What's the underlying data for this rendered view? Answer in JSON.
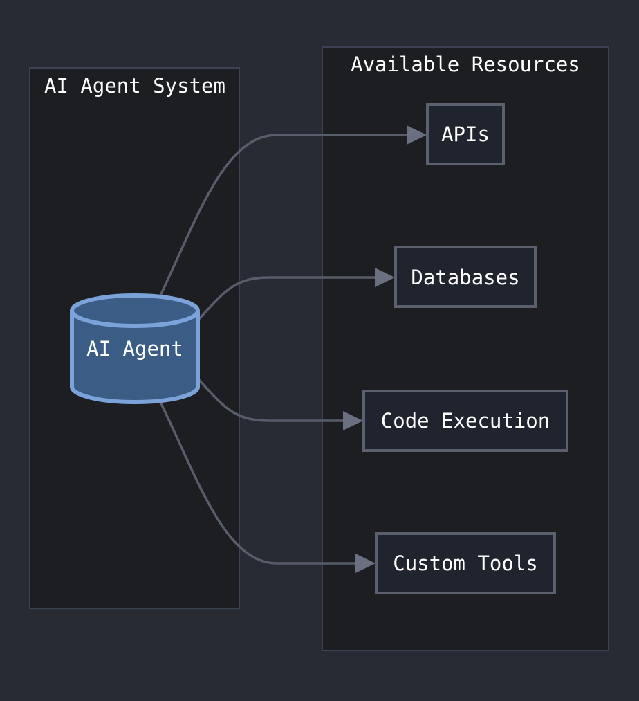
{
  "clusters": {
    "system": {
      "title": "AI Agent System"
    },
    "resources": {
      "title": "Available Resources"
    }
  },
  "nodes": {
    "agent": {
      "label": "AI Agent",
      "shape": "database"
    },
    "apis": {
      "label": "APIs"
    },
    "databases": {
      "label": "Databases"
    },
    "code_execution": {
      "label": "Code Execution"
    },
    "custom_tools": {
      "label": "Custom Tools"
    }
  },
  "edges": [
    {
      "from": "agent",
      "to": "apis"
    },
    {
      "from": "agent",
      "to": "databases"
    },
    {
      "from": "agent",
      "to": "code_execution"
    },
    {
      "from": "agent",
      "to": "custom_tools"
    }
  ],
  "colors": {
    "background": "#282b33",
    "cluster_fill": "#1c1e22",
    "cluster_stroke": "#3c4252",
    "node_fill": "#20242f",
    "node_stroke": "#5a606e",
    "agent_fill": "#3b5c84",
    "agent_stroke": "#7ba3da",
    "edge": "#575d6b",
    "text": "#ffffff"
  }
}
